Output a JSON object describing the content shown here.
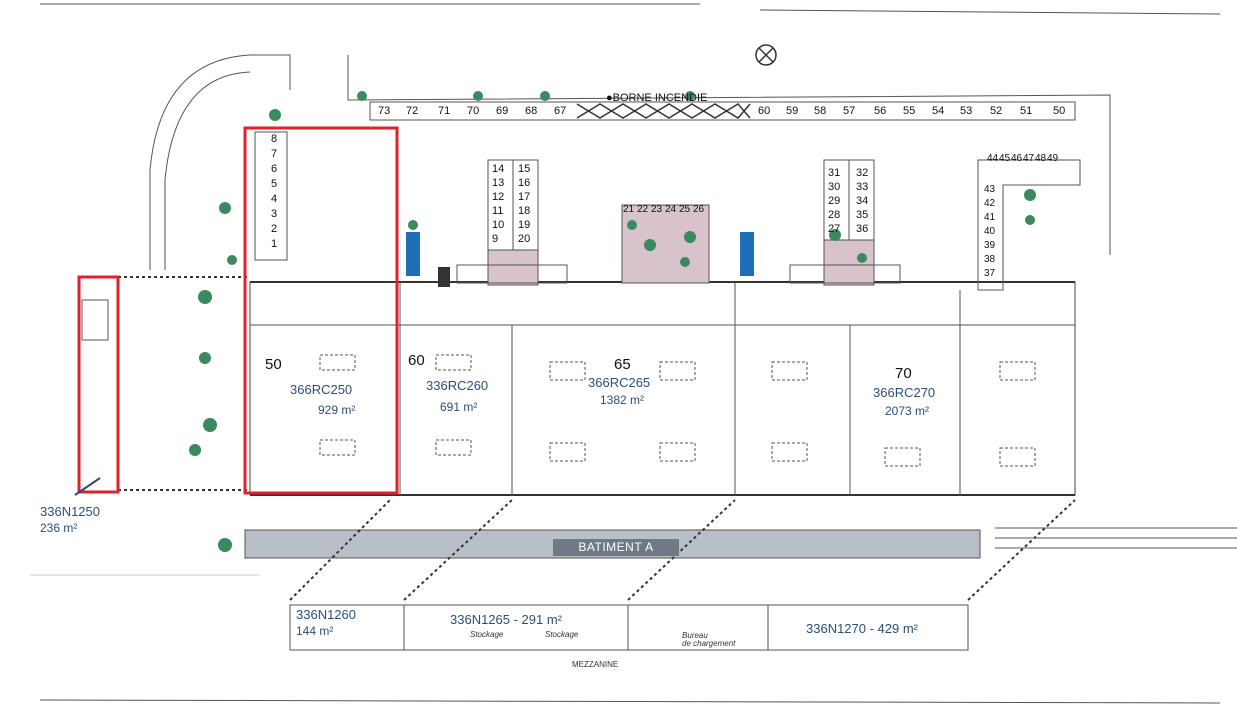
{
  "plan": {
    "north_symbol": "compass-icon",
    "hydrant_label": "●BORNE INCENDIE",
    "building_label": "BATIMENT A",
    "mezzanine_label": "MEZZANINE",
    "highlight_color": "#e0202a",
    "text_color": "#2b4f7a"
  },
  "top_parking": [
    "73",
    "72",
    "71",
    "70",
    "69",
    "68",
    "67",
    "60",
    "59",
    "58",
    "57",
    "56",
    "55",
    "54",
    "53",
    "52",
    "51",
    "50"
  ],
  "left_parking": [
    "8",
    "7",
    "6",
    "5",
    "4",
    "3",
    "2",
    "1"
  ],
  "mid_parking_left": [
    "14",
    "13",
    "12",
    "11",
    "10",
    "9"
  ],
  "mid_parking_right": [
    "15",
    "16",
    "17",
    "18",
    "19",
    "20"
  ],
  "green_area_top": [
    "21",
    "22",
    "23",
    "24",
    "25",
    "26"
  ],
  "right_parking_left": [
    "31",
    "30",
    "29",
    "28",
    "27"
  ],
  "right_parking_right": [
    "32",
    "33",
    "34",
    "35",
    "36"
  ],
  "corner_parking_top": [
    "44",
    "45",
    "46",
    "47",
    "48",
    "49"
  ],
  "corner_parking_side": [
    "43",
    "42",
    "41",
    "40",
    "39",
    "38",
    "37"
  ],
  "units": [
    {
      "number": "50",
      "code": "366RC250",
      "area": "929 m²"
    },
    {
      "number": "60",
      "code": "336RC260",
      "area": "691 m²"
    },
    {
      "number": "65",
      "code": "366RC265",
      "area": "1382 m²"
    },
    {
      "number": "70",
      "code": "366RC270",
      "area": "2073 m²"
    }
  ],
  "side_unit": {
    "code": "336N1250",
    "area": "236 m²"
  },
  "mezzanine_units": [
    {
      "code": "336N1260",
      "area": "144 m²"
    },
    {
      "label": "336N1265 - 291 m²"
    },
    {
      "label": "336N1270 - 429 m²"
    }
  ],
  "mezzanine_notes": [
    "Stockage",
    "Stockage",
    "Bureau\nde chargement"
  ]
}
